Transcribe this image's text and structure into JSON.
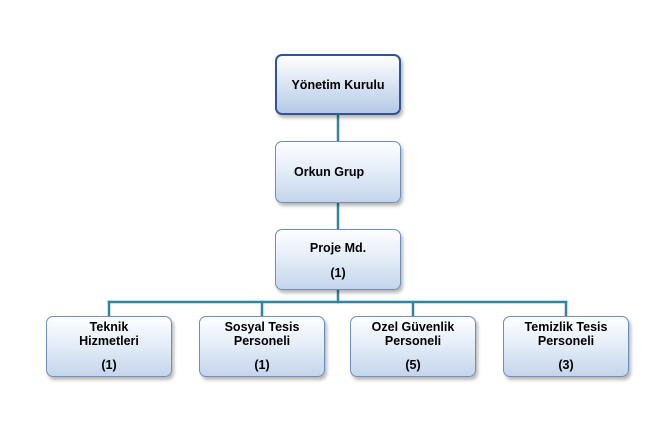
{
  "chart": {
    "line_color": "#31849b",
    "box_border_color": "#6c8fbf",
    "box_fill_top": "#fdfeff",
    "box_fill_bottom": "#c4d5ec",
    "nodes": {
      "root": {
        "label": "Yönetim Kurulu"
      },
      "group": {
        "label": "Orkun Grup"
      },
      "manager": {
        "label": "Proje Md.",
        "count": "(1)"
      },
      "tech": {
        "label": "Teknik Hizmetleri",
        "count": "(1)"
      },
      "social": {
        "label": "Sosyal Tesis Personeli",
        "count": "(1)"
      },
      "security": {
        "label": "Ozel Güvenlik Personeli",
        "count": "(5)"
      },
      "cleaning": {
        "label": "Temizlik Tesis Personeli",
        "count": "(3)"
      }
    }
  }
}
